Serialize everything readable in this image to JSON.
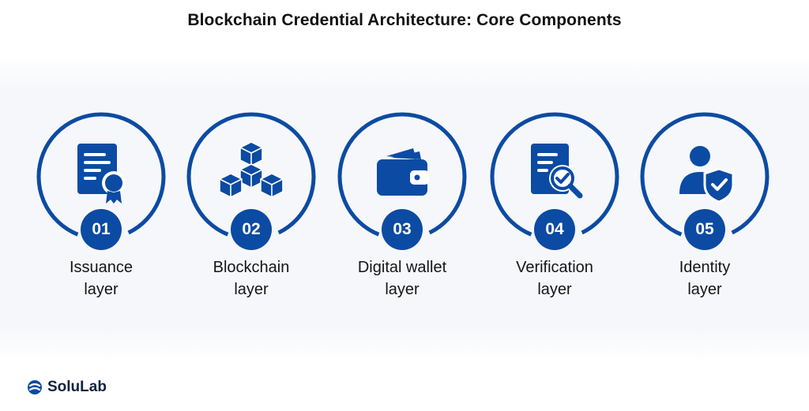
{
  "title": "Blockchain Credential Architecture: Core Components",
  "accent_color": "#0c4ba3",
  "components": [
    {
      "number": "01",
      "label_line1": "Issuance",
      "label_line2": "layer",
      "icon": "certificate-icon"
    },
    {
      "number": "02",
      "label_line1": "Blockchain",
      "label_line2": "layer",
      "icon": "blockchain-cubes-icon"
    },
    {
      "number": "03",
      "label_line1": "Digital wallet",
      "label_line2": "layer",
      "icon": "wallet-icon"
    },
    {
      "number": "04",
      "label_line1": "Verification",
      "label_line2": "layer",
      "icon": "document-search-check-icon"
    },
    {
      "number": "05",
      "label_line1": "Identity",
      "label_line2": "layer",
      "icon": "user-shield-icon"
    }
  ],
  "brand": {
    "name": "SoluLab",
    "icon": "solulab-logo-icon"
  }
}
